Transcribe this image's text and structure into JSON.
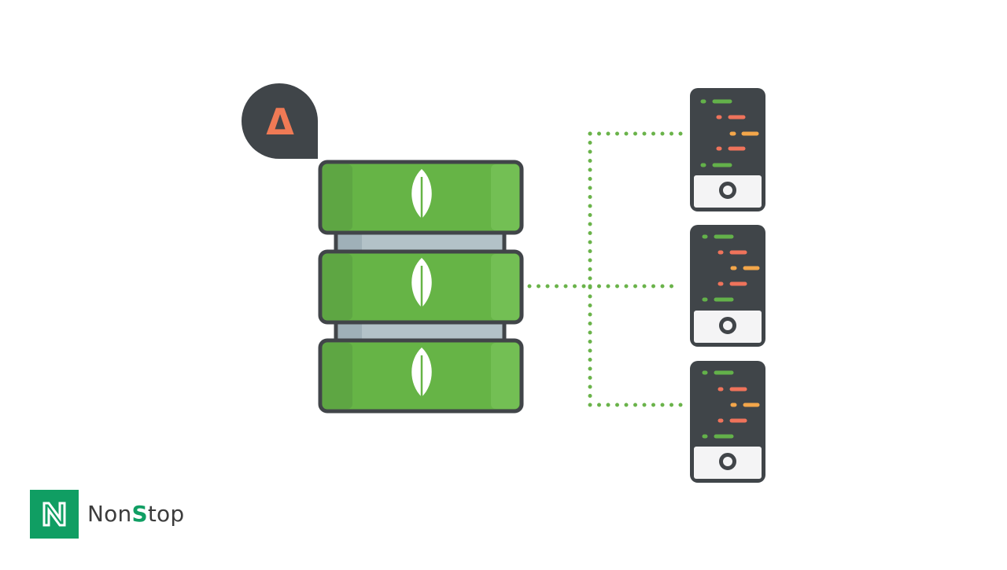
{
  "brand": {
    "name_part1": "Non",
    "name_accent": "S",
    "name_part2": "top",
    "logo_letter": "N"
  },
  "badge": {
    "symbol": "Δ"
  },
  "diagram": {
    "database_shards": 3,
    "client_servers": 3,
    "code_lines_per_server": 5
  },
  "colors": {
    "outline": "#414549",
    "shard_green": "#66b446",
    "shard_green_light": "#73bf54",
    "shard_green_dark": "#5ea643",
    "leaf": "#ffffff",
    "spacer": "#b3c2c8",
    "spacer_shade": "#9fb0b8",
    "connector_dots": "#6ab34a",
    "badge_bg": "#404549",
    "badge_symbol": "#f07a55",
    "screen_bg": "#404549",
    "server_panel": "#f4f4f5",
    "code_green": "#63b14a",
    "code_red": "#ef735b",
    "code_orange": "#f3a64a",
    "brand_green": "#109e63",
    "brand_text": "#3c3c3c"
  }
}
